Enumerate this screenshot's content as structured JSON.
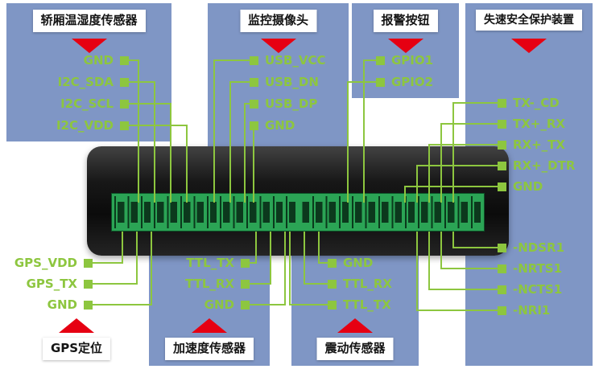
{
  "colors": {
    "panel_blue": "#7f96c5",
    "pin_green": "#8dc63f",
    "arrow_red": "#e60012",
    "device_black": "#141414",
    "terminal_green": "#2ba455"
  },
  "panels": {
    "cabin": {
      "title": "轿厢温湿度传感器",
      "pins": [
        "GND",
        "I2C_SDA",
        "I2C_SCL",
        "I2C_VDD"
      ]
    },
    "camera": {
      "title": "监控摄像头",
      "pins": [
        "USB_VCC",
        "USB_DN",
        "USB_DP",
        "GND"
      ]
    },
    "alarm": {
      "title": "报警按钮",
      "pins": [
        "GPIO1",
        "GPIO2"
      ]
    },
    "overspeed": {
      "title": "失速安全保护装置",
      "pins_top": [
        "TX-_CD",
        "TX+_RX",
        "RX+_TX",
        "RX+_DTR",
        "GND"
      ],
      "pins_bottom": [
        "-NDSR1",
        "-NRTS1",
        "-NCTS1",
        "-NRI1"
      ]
    },
    "gps": {
      "title": "GPS定位",
      "pins": [
        "GPS_VDD",
        "GPS_TX",
        "GND"
      ]
    },
    "accelerometer": {
      "title": "加速度传感器",
      "pins": [
        "TTL_TX",
        "TTL_RX",
        "GND"
      ]
    },
    "vibration": {
      "title": "震动传感器",
      "pins": [
        "GND",
        "TTL_RX",
        "TTL_TX"
      ]
    }
  }
}
